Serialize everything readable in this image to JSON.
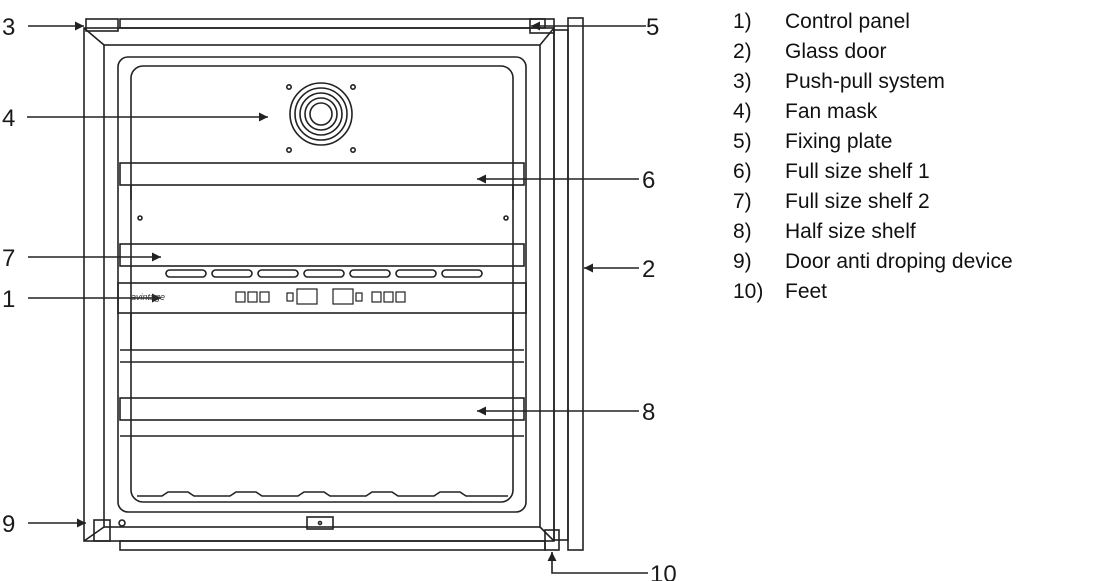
{
  "callouts": [
    {
      "id": "1",
      "text": "1"
    },
    {
      "id": "2",
      "text": "2"
    },
    {
      "id": "3",
      "text": "3"
    },
    {
      "id": "4",
      "text": "4"
    },
    {
      "id": "5",
      "text": "5"
    },
    {
      "id": "6",
      "text": "6"
    },
    {
      "id": "7",
      "text": "7"
    },
    {
      "id": "8",
      "text": "8"
    },
    {
      "id": "9",
      "text": "9"
    },
    {
      "id": "10",
      "text": "10"
    }
  ],
  "legend": [
    {
      "num": "1)",
      "label": "Control panel"
    },
    {
      "num": "2)",
      "label": "Glass door"
    },
    {
      "num": "3)",
      "label": "Push-pull system"
    },
    {
      "num": "4)",
      "label": "Fan mask"
    },
    {
      "num": "5)",
      "label": "Fixing plate"
    },
    {
      "num": "6)",
      "label": "Full size shelf 1"
    },
    {
      "num": "7)",
      "label": "Full size shelf 2"
    },
    {
      "num": "8)",
      "label": "Half size shelf"
    },
    {
      "num": "9)",
      "label": "Door anti droping device"
    },
    {
      "num": "10)",
      "label": "Feet"
    }
  ],
  "control_panel": {
    "brand": "avintage"
  },
  "colors": {
    "line": "#222222",
    "background": "#ffffff"
  }
}
